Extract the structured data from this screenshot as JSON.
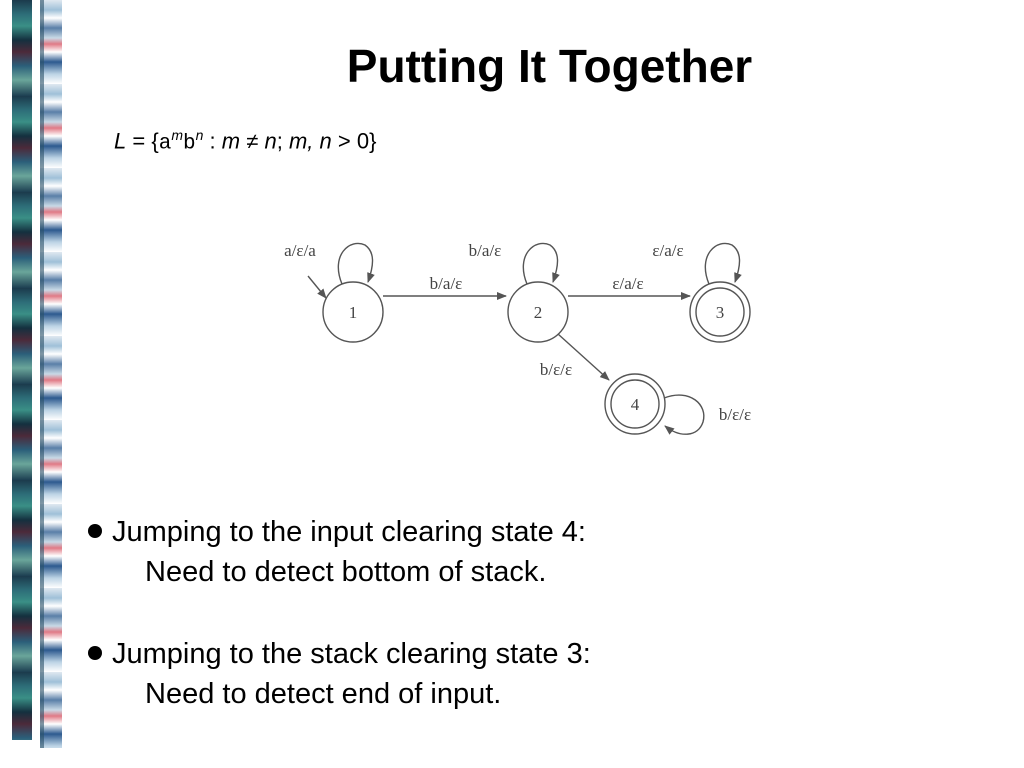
{
  "title": "Putting It Together",
  "language_definition": {
    "lhs": "L",
    "eq": "=",
    "open": "{",
    "a": "a",
    "m": "m",
    "b": "b",
    "n": "n",
    "colon": ":",
    "cond1_m": "m",
    "neq": "≠",
    "cond1_n": "n",
    "sep": ";",
    "cond2": "m, n",
    "gt": ">",
    "zero": "0",
    "close": "}"
  },
  "diagram": {
    "states": [
      {
        "id": "1",
        "label": "1",
        "accepting": false,
        "start": true
      },
      {
        "id": "2",
        "label": "2",
        "accepting": false,
        "start": false
      },
      {
        "id": "3",
        "label": "3",
        "accepting": true,
        "start": false
      },
      {
        "id": "4",
        "label": "4",
        "accepting": true,
        "start": false
      }
    ],
    "transitions": [
      {
        "from": "1",
        "to": "1",
        "label": "a/ε/a"
      },
      {
        "from": "1",
        "to": "2",
        "label": "b/a/ε"
      },
      {
        "from": "2",
        "to": "2",
        "label": "b/a/ε"
      },
      {
        "from": "2",
        "to": "3",
        "label": "ε/a/ε"
      },
      {
        "from": "3",
        "to": "3",
        "label": "ε/a/ε"
      },
      {
        "from": "2",
        "to": "4",
        "label": "b/ε/ε"
      },
      {
        "from": "4",
        "to": "4",
        "label": "b/ε/ε"
      }
    ]
  },
  "bullets": [
    {
      "main": "Jumping to the input clearing state 4:",
      "sub": "Need to detect bottom of stack."
    },
    {
      "main": "Jumping to the stack clearing state 3:",
      "sub": "Need to detect end of input."
    }
  ],
  "colors": {
    "text": "#000000",
    "diagram_stroke": "#555555"
  }
}
